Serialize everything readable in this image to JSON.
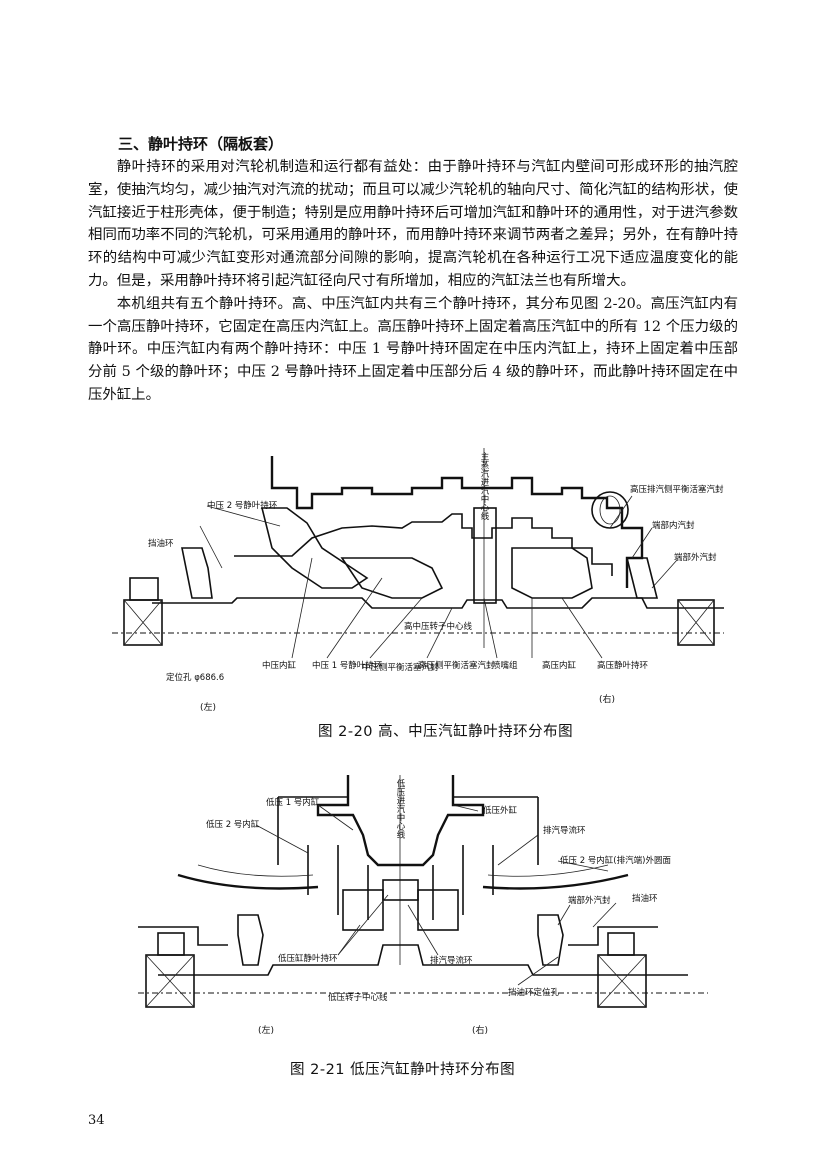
{
  "section_heading": "三、静叶持环（隔板套）",
  "paragraphs": [
    "静叶持环的采用对汽轮机制造和运行都有益处：由于静叶持环与汽缸内壁间可形成环形的抽汽腔室，使抽汽均匀，减少抽汽对汽流的扰动；而且可以减少汽轮机的轴向尺寸、简化汽缸的结构形状，使汽缸接近于柱形壳体，便于制造；特别是应用静叶持环后可增加汽缸和静叶环的通用性，对于进汽参数相同而功率不同的汽轮机，可采用通用的静叶环，而用静叶持环来调节两者之差异；另外，在有静叶持环的结构中可减少汽缸变形对通流部分间隙的影响，提高汽轮机在各种运行工况下适应温度变化的能力。但是，采用静叶持环将引起汽缸径向尺寸有所增加，相应的汽缸法兰也有所增大。",
    "本机组共有五个静叶持环。高、中压汽缸内共有三个静叶持环，其分布见图 2-20。高压汽缸内有一个高压静叶持环，它固定在高压内汽缸上。高压静叶持环上固定着高压汽缸中的所有 12 个压力级的静叶环。中压汽缸内有两个静叶持环：中压 1 号静叶持环固定在中压内汽缸上，持环上固定着中压部分前 5 个级的静叶环；中压 2 号静叶持环上固定着中压部分后 4 级的静叶环，而此静叶持环固定在中压外缸上。"
  ],
  "figure_1": {
    "caption": "图 2-20  高、中压汽缸静叶持环分布图",
    "labels": {
      "main_steam_center": "主蒸汽进汽中心线",
      "ip2_holder": "中压 2 号静叶持环",
      "oil_ring": "挡油环",
      "hp_exhaust_seal": "高压排汽侧平衡活塞汽封",
      "end_inner_seal": "端部内汽封",
      "end_outer_seal": "端部外汽封",
      "rotor_center": "高中压转子中心线",
      "ip_inner_casing": "中压内缸",
      "ip1_holder": "中压 1 号静叶持环",
      "ip_balance_seal": "中压侧平衡活塞汽封",
      "hp_balance_seal": "高压侧平衡活塞汽封",
      "nozzle_box": "喷嘴组",
      "hp_inner_casing": "高压内缸",
      "hp_holder": "高压静叶持环",
      "locating_hole": "定位孔 φ686.6",
      "left": "(左)",
      "right": "(右)"
    }
  },
  "figure_2": {
    "caption": "图 2-21    低压汽缸静叶持环分布图",
    "labels": {
      "lp_steam_center": "低压进汽中心线",
      "lp1_inner": "低压 1 号内缸",
      "lp2_inner": "低压 2 号内缸",
      "lp_outer": "低压外缸",
      "exhaust_guide": "排汽导流环",
      "lp2_outer_face": "低压 2 号内缸(排汽端)外圆面",
      "end_outer_seal": "端部外汽封",
      "oil_ring": "挡油环",
      "lp_holder": "低压缸静叶持环",
      "exhaust_guide_ring": "排汽导流环",
      "lp_rotor_center": "低压转子中心线",
      "oil_ring_locating": "挡油环定位孔",
      "left": "(左)",
      "right": "(右)"
    }
  },
  "page_number": "34"
}
